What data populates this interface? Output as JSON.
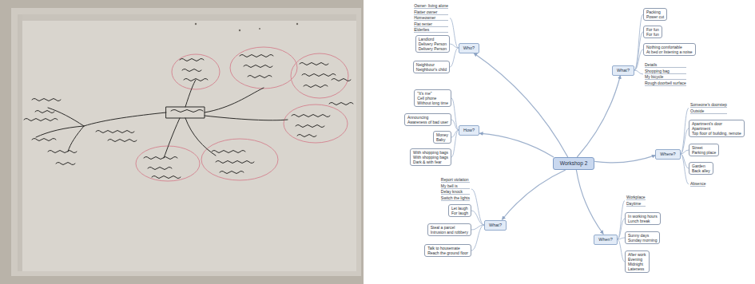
{
  "diagram": {
    "nodes": [
      {
        "text": [
          "Workshop 2"
        ]
      },
      {
        "text": [
          "Who?"
        ]
      },
      {
        "text": [
          "Owner- living alone",
          "Flatter owner",
          "Homeowner",
          "Flat renter",
          "Elderlies"
        ]
      },
      {
        "text": [
          "Landlord",
          "Delivery Person",
          "Delivery Person"
        ]
      },
      {
        "text": [
          "Neighbour",
          "Neighbour's child"
        ]
      },
      {
        "text": [
          "What?"
        ]
      },
      {
        "text": [
          "Packing",
          "Power cut"
        ]
      },
      {
        "text": [
          "For fun",
          "For fun"
        ]
      },
      {
        "text": [
          "Nothing comfortable",
          "At bed or listening a noise"
        ]
      },
      {
        "text": [
          "Details",
          "Shopping bag",
          "My bicycle",
          "Rough doorbell surface"
        ]
      },
      {
        "text": [
          "How?"
        ]
      },
      {
        "text": [
          "\"It's me\"",
          "Cell phone",
          "Without long time"
        ]
      },
      {
        "text": [
          "Announcing",
          "Awareness of bad user"
        ]
      },
      {
        "text": [
          "Money",
          "Baby"
        ]
      },
      {
        "text": [
          "With shopping bags",
          "With shopping bags",
          "Dark & with fear"
        ]
      },
      {
        "text": [
          "Where?"
        ]
      },
      {
        "text": [
          "Someone's doorstep",
          "Outside"
        ]
      },
      {
        "text": [
          "Apartment's door",
          "Apartment",
          "Top floor of building, remote"
        ]
      },
      {
        "text": [
          "Street",
          "Parking place"
        ]
      },
      {
        "text": [
          "Garden",
          "Back alley"
        ]
      },
      {
        "text": [
          "Absence"
        ]
      },
      {
        "text": [
          "What?"
        ]
      },
      {
        "text": [
          "Report violation",
          "My bell is",
          "Delay knock",
          "Switch the lights"
        ]
      },
      {
        "text": [
          "Let laugh",
          "For laugh"
        ]
      },
      {
        "text": [
          "Steal a parcel",
          "Intrusion and robbery"
        ]
      },
      {
        "text": [
          "Talk to housemate",
          "Reach the ground floor"
        ]
      },
      {
        "text": [
          "When?"
        ]
      },
      {
        "text": [
          "Workplace",
          "Daytime"
        ]
      },
      {
        "text": [
          "In working hours",
          "Lunch break"
        ]
      },
      {
        "text": [
          "Sunny days",
          "Sunday morning"
        ]
      },
      {
        "text": [
          "After work",
          "Evening",
          "Midnight",
          "Lateness"
        ]
      }
    ],
    "edges": [
      {
        "from": 0,
        "to": 1,
        "arrow": "to"
      },
      {
        "from": 0,
        "to": 5,
        "arrow": "to"
      },
      {
        "from": 0,
        "to": 10,
        "arrow": "to"
      },
      {
        "from": 0,
        "to": 15,
        "arrow": "to"
      },
      {
        "from": 0,
        "to": 21,
        "arrow": "to"
      },
      {
        "from": 0,
        "to": 26,
        "arrow": "to"
      },
      {
        "from": 1,
        "to": 2,
        "arrow": "none"
      },
      {
        "from": 1,
        "to": 3,
        "arrow": "none"
      },
      {
        "from": 1,
        "to": 4,
        "arrow": "none"
      },
      {
        "from": 5,
        "to": 6,
        "arrow": "none"
      },
      {
        "from": 5,
        "to": 7,
        "arrow": "none"
      },
      {
        "from": 5,
        "to": 8,
        "arrow": "none"
      },
      {
        "from": 5,
        "to": 9,
        "arrow": "none"
      },
      {
        "from": 10,
        "to": 11,
        "arrow": "none"
      },
      {
        "from": 10,
        "to": 12,
        "arrow": "none"
      },
      {
        "from": 10,
        "to": 13,
        "arrow": "none"
      },
      {
        "from": 10,
        "to": 14,
        "arrow": "none"
      },
      {
        "from": 15,
        "to": 16,
        "arrow": "none"
      },
      {
        "from": 15,
        "to": 17,
        "arrow": "none"
      },
      {
        "from": 15,
        "to": 18,
        "arrow": "none"
      },
      {
        "from": 15,
        "to": 19,
        "arrow": "none"
      },
      {
        "from": 15,
        "to": 20,
        "arrow": "none"
      },
      {
        "from": 21,
        "to": 22,
        "arrow": "none"
      },
      {
        "from": 21,
        "to": 23,
        "arrow": "none"
      },
      {
        "from": 21,
        "to": 24,
        "arrow": "none"
      },
      {
        "from": 21,
        "to": 25,
        "arrow": "none"
      },
      {
        "from": 26,
        "to": 27,
        "arrow": "none"
      },
      {
        "from": 26,
        "to": 28,
        "arrow": "none"
      },
      {
        "from": 26,
        "to": 29,
        "arrow": "none"
      },
      {
        "from": 26,
        "to": 30,
        "arrow": "none"
      }
    ]
  }
}
